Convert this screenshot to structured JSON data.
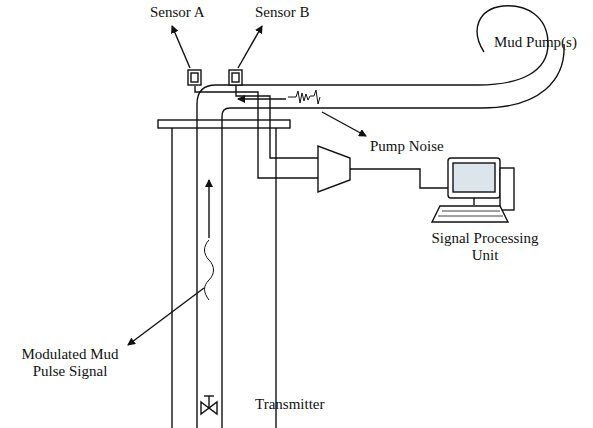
{
  "diagram": {
    "labels": [
      "Sensor A",
      "Sensor B",
      "Mud Pump(s)",
      "Pump Noise",
      "Signal Processing Unit",
      "Modulated Mud Pulse Signal",
      "Transmitter"
    ]
  }
}
